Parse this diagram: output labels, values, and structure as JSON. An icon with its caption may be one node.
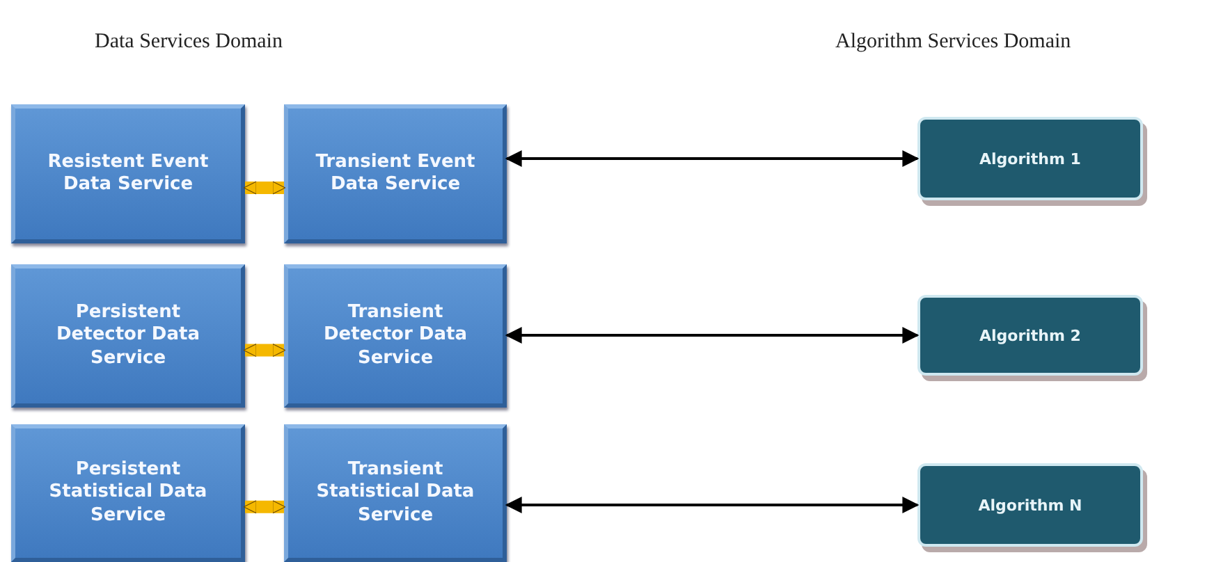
{
  "diagram": {
    "nodes": [
      {
        "text": [
          "Resistent Event Data Service"
        ]
      },
      {
        "text": [
          "Transient Event Data Service"
        ]
      },
      {
        "text": [
          "Algorithm 1"
        ]
      },
      {
        "text": [
          "Persistent Detector Data Service"
        ]
      },
      {
        "text": [
          "Transient Detector Data Service"
        ]
      },
      {
        "text": [
          "Algorithm 2"
        ]
      },
      {
        "text": [
          "Persistent Statistical Data Service"
        ]
      },
      {
        "text": [
          "Transient Statistical Data Service"
        ]
      },
      {
        "text": [
          "Algorithm N"
        ]
      }
    ],
    "edges": [
      {
        "from": 0,
        "to": 1,
        "arrow": "both",
        "style": "thick",
        "color": "#f5b800"
      },
      {
        "from": 1,
        "to": 2,
        "arrow": "both",
        "color": "#000000"
      },
      {
        "from": 3,
        "to": 4,
        "arrow": "both",
        "style": "thick",
        "color": "#f5b800"
      },
      {
        "from": 4,
        "to": 5,
        "arrow": "both",
        "color": "#000000"
      },
      {
        "from": 6,
        "to": 7,
        "arrow": "both",
        "style": "thick",
        "color": "#f5b800"
      },
      {
        "from": 7,
        "to": 8,
        "arrow": "both",
        "color": "#000000"
      }
    ],
    "labels": [
      "Data Services Domain",
      "Algorithm Services Domain"
    ]
  }
}
